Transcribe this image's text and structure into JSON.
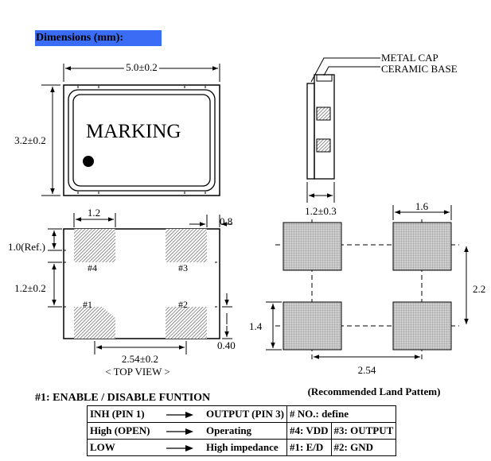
{
  "header": {
    "title": "Dimensions (mm):",
    "bg_color": "#3b6cf6"
  },
  "top_outline": {
    "width_label": "5.0±0.2",
    "height_label": "3.2±0.2",
    "marking": "MARKING"
  },
  "side_view": {
    "label_cap": "METAL CAP",
    "label_base": "CERAMIC BASE",
    "thickness_label": "1.2±0.3"
  },
  "bottom_view": {
    "pad_width_label": "1.2",
    "pad_gap_label": "0.8",
    "ref_label": "1.0(Ref.)",
    "pitch_v_label": "1.2±0.2",
    "pitch_h_label": "2.54±0.2",
    "edge_label": "0.40",
    "pin4": "#4",
    "pin3": "#3",
    "pin1": "#1",
    "pin2": "#2",
    "view_label": "< TOP VIEW >"
  },
  "land_pattern": {
    "pad_w_label": "1.6",
    "pad_h_label": "1.4",
    "v_pitch_label": "2.2",
    "h_pitch_label": "2.54",
    "caption": "(Recommended Land Pattem)"
  },
  "function_title": "#1: ENABLE / DISABLE FUNTION",
  "pin_table": {
    "rows": [
      {
        "in": "INH (PIN 1)",
        "out": "OUTPUT (PIN 3)",
        "c3": "# NO.: define",
        "c4": ""
      },
      {
        "in": "High (OPEN)",
        "out": "Operating",
        "c3": "#4: VDD",
        "c4": "#3: OUTPUT"
      },
      {
        "in": "LOW",
        "out": "High impedance",
        "c3": "#1: E/D",
        "c4": "#2: GND"
      }
    ]
  }
}
